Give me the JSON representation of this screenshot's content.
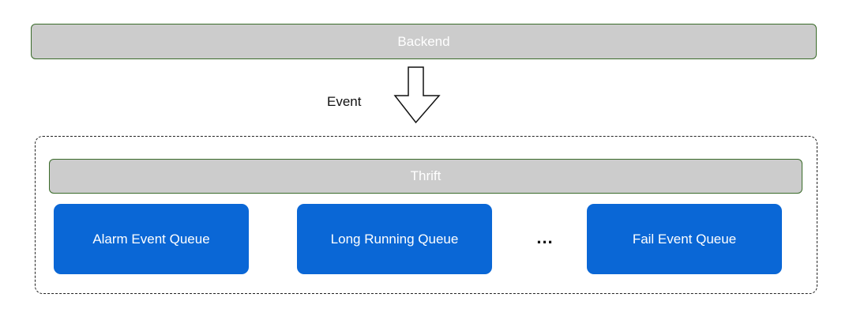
{
  "backend": {
    "label": "Backend"
  },
  "edge": {
    "label": "Event"
  },
  "thrift": {
    "label": "Thrift"
  },
  "queues": [
    {
      "label": "Alarm Event Queue"
    },
    {
      "label": "Long Running Queue"
    },
    {
      "label": "Fail Event Queue"
    }
  ],
  "ellipsis": "...",
  "colors": {
    "bar_fill": "#cccccc",
    "bar_border": "#3a6b2a",
    "queue_fill": "#0a67d6",
    "container_border": "#222222"
  }
}
